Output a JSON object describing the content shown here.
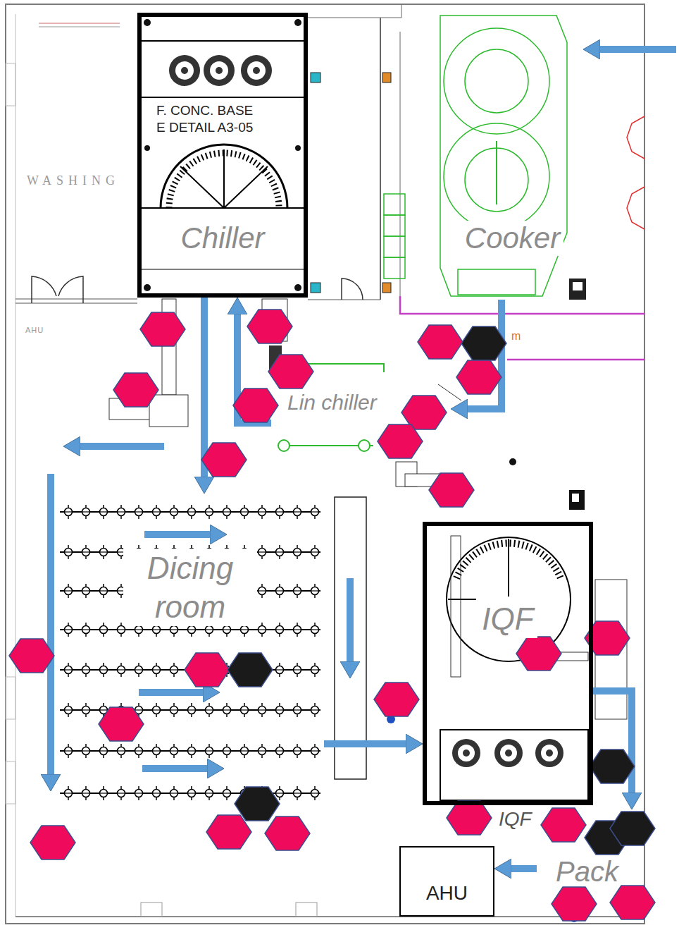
{
  "diagram": {
    "nodes": [
      {
        "text": [
          "Chiller"
        ]
      },
      {
        "text": [
          "Cooker"
        ]
      },
      {
        "text": [
          "Lin chiller"
        ]
      },
      {
        "text": [
          "Dicing room"
        ]
      },
      {
        "text": [
          "IQF"
        ]
      },
      {
        "text": [
          "AHU"
        ]
      },
      {
        "text": [
          "Pack"
        ]
      }
    ],
    "edges": [
      {
        "from": 1,
        "to": 2,
        "arrow": "to"
      },
      {
        "from": 2,
        "to": 0,
        "arrow": "to"
      },
      {
        "from": 0,
        "to": 3,
        "arrow": "to"
      },
      {
        "from": 3,
        "to": 4,
        "arrow": "to"
      },
      {
        "from": 4,
        "to": 6,
        "arrow": "to"
      },
      {
        "from": 6,
        "to": 5,
        "arrow": "to"
      }
    ],
    "labels": [
      "WASHING",
      "F. CONC. BASE",
      "E DETAIL A3-05",
      "AHU",
      "m",
      "IQF"
    ]
  }
}
